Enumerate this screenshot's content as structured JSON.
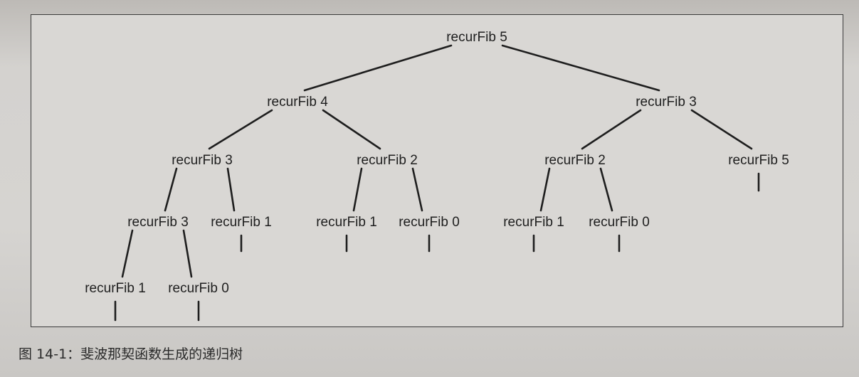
{
  "diagram": {
    "nodes": [
      {
        "id": "n0",
        "label": "recurFib 5"
      },
      {
        "id": "n1",
        "label": "recurFib 4"
      },
      {
        "id": "n2",
        "label": "recurFib 3"
      },
      {
        "id": "n3",
        "label": "recurFib 3"
      },
      {
        "id": "n4",
        "label": "recurFib 2"
      },
      {
        "id": "n5",
        "label": "recurFib 2"
      },
      {
        "id": "n6",
        "label": "recurFib 5"
      },
      {
        "id": "n7",
        "label": "recurFib 3"
      },
      {
        "id": "n8",
        "label": "recurFib 1"
      },
      {
        "id": "n9",
        "label": "recurFib 1"
      },
      {
        "id": "n10",
        "label": "recurFib 0"
      },
      {
        "id": "n11",
        "label": "recurFib 1"
      },
      {
        "id": "n12",
        "label": "recurFib 0"
      },
      {
        "id": "n13",
        "label": "recurFib 1"
      },
      {
        "id": "n14",
        "label": "recurFib 0"
      }
    ],
    "edges": [
      [
        "n0",
        "n1"
      ],
      [
        "n0",
        "n2"
      ],
      [
        "n1",
        "n3"
      ],
      [
        "n1",
        "n4"
      ],
      [
        "n2",
        "n5"
      ],
      [
        "n2",
        "n6"
      ],
      [
        "n3",
        "n7"
      ],
      [
        "n3",
        "n8"
      ],
      [
        "n4",
        "n9"
      ],
      [
        "n4",
        "n10"
      ],
      [
        "n5",
        "n11"
      ],
      [
        "n5",
        "n12"
      ],
      [
        "n7",
        "n13"
      ],
      [
        "n7",
        "n14"
      ]
    ]
  },
  "caption": "图 14-1：斐波那契函数生成的递归树"
}
